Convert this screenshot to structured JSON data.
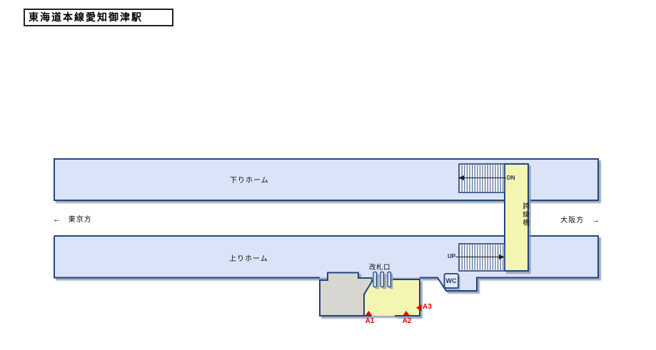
{
  "title": "東海道本線愛知御津駅",
  "platforms": {
    "down_label": "下りホーム",
    "up_label": "上りホーム"
  },
  "directions": {
    "left_arrow": "←",
    "left_text": "東京方",
    "right_text": "大阪方",
    "right_arrow": "→"
  },
  "bridge": {
    "label": "跨線橋",
    "down_label": "DN",
    "up_label": "UP"
  },
  "gate": {
    "label": "改札口"
  },
  "toilet": {
    "label": "WC"
  },
  "exits": {
    "a1": "A1",
    "a2": "A2",
    "a3": "A3"
  },
  "colors": {
    "platform_fill": "#dbe3f8",
    "outline": "#24447c",
    "overpass_fill": "#f5f5b2",
    "building_fill": "#d7d6d0",
    "exit_marker": "#e60000",
    "shadow": "#8795ad"
  }
}
